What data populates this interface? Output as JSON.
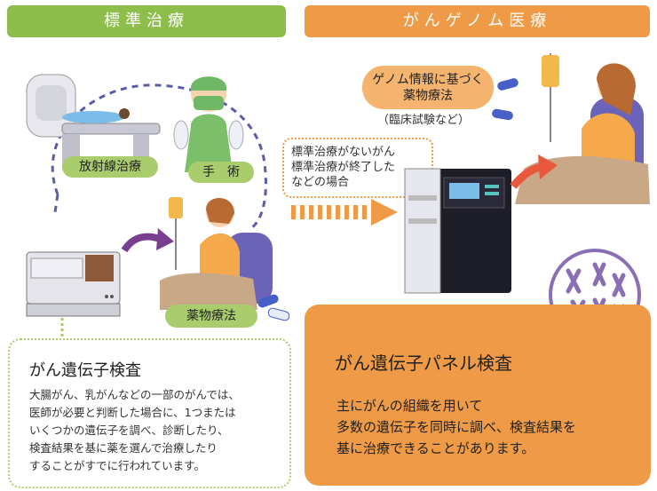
{
  "colors": {
    "green": "#8dbd4a",
    "green_light": "#a9cd6d",
    "orange": "#ee9a47",
    "orange_light": "#f4b470",
    "dashed_purple": "#5b5ca8",
    "arrow_purple": "#7a3e8e",
    "arrow_red": "#e8593c"
  },
  "headers": {
    "standard": "標準治療",
    "genome": "がんゲノム医療"
  },
  "standard_treatment": {
    "radiation_label": "放射線治療",
    "surgery_label": "手　術",
    "drug_label": "薬物療法"
  },
  "transition_note": {
    "lines": [
      "標準治療がないがん",
      "標準治療が終了した",
      "などの場合"
    ]
  },
  "genome_treatment": {
    "drug_pill_lines": [
      "ゲノム情報に基づく",
      "薬物療法"
    ],
    "clinical_trial_note": "（臨床試験など）"
  },
  "gene_test_card": {
    "title": "がん遺伝子検査",
    "body_lines": [
      "大腸がん、乳がんなどの一部のがんでは、",
      "医師が必要と判断した場合に、1つまたは",
      "いくつかの遺伝子を調べ、診断したり、",
      "検査結果を基に薬を選んで治療したり",
      "することがすでに行われています。"
    ]
  },
  "panel_test_card": {
    "title": "がん遺伝子パネル検査",
    "body_lines": [
      "主にがんの組織を用いて",
      "多数の遺伝子を同時に調べ、検査結果を",
      "基に治療できることがあります。"
    ]
  },
  "icons": [
    "radiation-machine-icon",
    "surgeon-icon",
    "patient-drip-icon",
    "gene-analyzer-icon",
    "sequencer-icon",
    "chromosome-icon",
    "capsule-icon"
  ]
}
